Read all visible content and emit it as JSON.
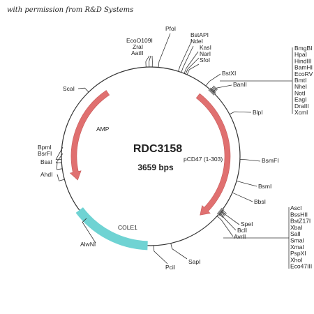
{
  "credit": "with permission from R&D Systems",
  "plasmid": {
    "name": "RDC3158",
    "size": "3659 bps"
  },
  "features": {
    "amp": "AMP",
    "insert": "pCD47 (1-303)",
    "ori": "COLE1"
  },
  "sites": {
    "top_group": [
      "EcoO109I",
      "ZraI",
      "AatII",
      "PfoI",
      "BstAPI",
      "NdeI",
      "KasI",
      "NarI",
      "SfoI"
    ],
    "right_top_labels": [
      "BstXI",
      "BanII"
    ],
    "right_cluster1": [
      "BmgBI",
      "HpaI",
      "HindIII",
      "BamHI",
      "EcoRV",
      "BmtI",
      "NheI",
      "NotI",
      "EagI",
      "DraIII",
      "XcmI"
    ],
    "right_mid": [
      "BlpI",
      "BsmFI",
      "BsmI",
      "BbsI"
    ],
    "right_bottom_labels": [
      "SpeI",
      "BclI",
      "AvrII"
    ],
    "right_cluster2": [
      "AscI",
      "BssHII",
      "BstZ17I",
      "XbaI",
      "SalI",
      "SmaI",
      "XmaI",
      "PspXI",
      "XhoI",
      "Eco47III"
    ],
    "bottom": [
      "SapI",
      "PciI"
    ],
    "left": [
      "ScaI",
      "BpmI",
      "BsrFI",
      "BsaI",
      "AhdI",
      "AlwNI"
    ]
  },
  "colors": {
    "amp": "#e07070",
    "insert": "#e07070",
    "ori": "#6fd3d3",
    "circle": "#333333"
  }
}
